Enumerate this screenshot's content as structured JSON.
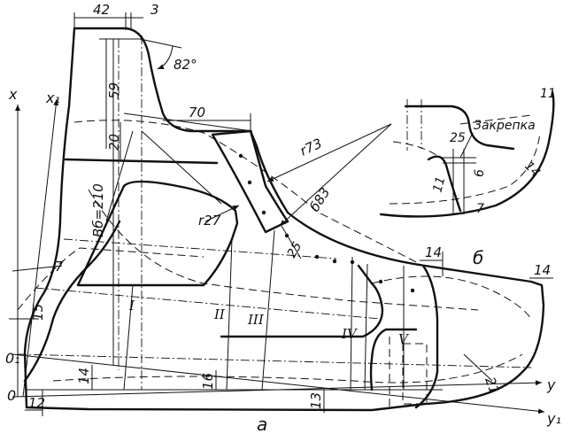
{
  "main_view": {
    "caption": "а",
    "axes": {
      "x": "x",
      "x1": "x₁",
      "y": "y",
      "y1": "y₁",
      "o": "0",
      "o1": "0₁"
    },
    "dimensions": {
      "d42": "42",
      "d3": "3",
      "angle82": "82°",
      "d59": "59",
      "d70": "70",
      "d20": "20",
      "vb210": "Вб=210",
      "r73": "r73",
      "b83": "б83",
      "r27": "r27",
      "d25": "25",
      "d14a": "14",
      "d14b": "14",
      "d7": "7",
      "d15": "15",
      "d14c": "14",
      "d16": "16",
      "d13": "13",
      "d12": "12",
      "d21": "21"
    },
    "sections": [
      "I",
      "II",
      "III",
      "IV",
      "V"
    ]
  },
  "detail_view": {
    "caption": "б",
    "zakrepka": "Закрепка",
    "dimensions": {
      "d25": "25",
      "d11a": "11",
      "d11b": "11",
      "d6": "6",
      "d7": "7",
      "d14": "14"
    }
  }
}
